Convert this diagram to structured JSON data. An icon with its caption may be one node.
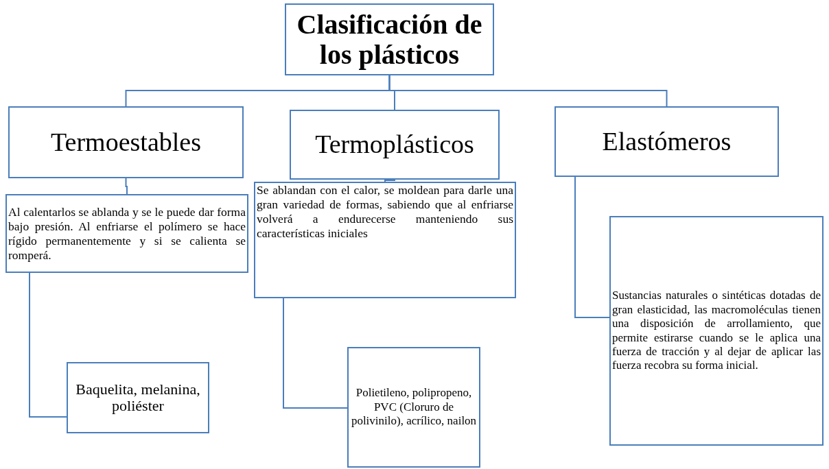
{
  "diagram": {
    "nodes": [
      {
        "text": [
          "Clasificación de los plásticos"
        ]
      },
      {
        "text": [
          "Termoestables"
        ]
      },
      {
        "text": [
          "Termoplásticos"
        ]
      },
      {
        "text": [
          "Elastómeros"
        ]
      },
      {
        "text": [
          "Al calentarlos se ablanda y se le puede dar forma bajo presión. Al enfriarse el polímero se hace rígido permanentemente y si se calienta se romperá."
        ]
      },
      {
        "text": [
          "Se ablandan con el calor, se moldean para darle una gran variedad de formas, sabiendo que al enfriarse volverá a endurecerse manteniendo sus características iniciales"
        ]
      },
      {
        "text": [
          "Sustancias naturales o sintéticas dotadas de gran elasticidad, las macromoléculas tienen una disposición de arrollamiento, que permite estirarse cuando se le aplica una fuerza de tracción y al dejar de aplicar las fuerza recobra su forma inicial."
        ]
      },
      {
        "text": [
          "Baquelita, melanina, poliéster"
        ]
      },
      {
        "text": [
          "Polietileno, polipropeno, PVC (Cloruro de polivinilo), acrílico, nailon"
        ]
      }
    ],
    "edges": [
      {
        "from": 0,
        "to": 1,
        "arrow": "none"
      },
      {
        "from": 0,
        "to": 2,
        "arrow": "none"
      },
      {
        "from": 0,
        "to": 3,
        "arrow": "none"
      },
      {
        "from": 1,
        "to": 4,
        "arrow": "none"
      },
      {
        "from": 2,
        "to": 5,
        "arrow": "none"
      },
      {
        "from": 3,
        "to": 6,
        "arrow": "none"
      },
      {
        "from": 4,
        "to": 7,
        "arrow": "none"
      },
      {
        "from": 5,
        "to": 8,
        "arrow": "none"
      }
    ]
  }
}
